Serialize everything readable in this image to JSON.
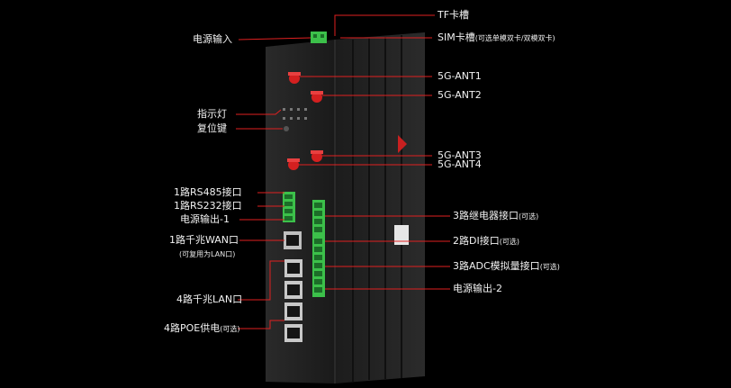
{
  "colors": {
    "background": "#000000",
    "leader": "#e02020",
    "label": "#f2f2f2",
    "antenna": "#d42020",
    "terminal": "#3cc04a"
  },
  "labels": {
    "tf_slot": "TF卡槽",
    "power_input": "电源输入",
    "sim_slot": "SIM卡槽",
    "sim_slot_note": "(可选单模双卡/双模双卡)",
    "ant1": "5G-ANT1",
    "ant2": "5G-ANT2",
    "indicator": "指示灯",
    "reset": "复位键",
    "ant3": "5G-ANT3",
    "ant4": "5G-ANT4",
    "rs485": "1路RS485接口",
    "rs232": "1路RS232接口",
    "power_out1": "电源输出-1",
    "wan": "1路千兆WAN口",
    "wan_note": "(可复用为LAN口)",
    "relay": "3路继电器接口",
    "relay_note": "(可选)",
    "di": "2路DI接口",
    "di_note": "(可选)",
    "adc": "3路ADC模拟量接口",
    "adc_note": "(可选)",
    "power_out2": "电源输出-2",
    "lan": "4路千兆LAN口",
    "poe": "4路POE供电",
    "poe_note": "(可选)"
  }
}
